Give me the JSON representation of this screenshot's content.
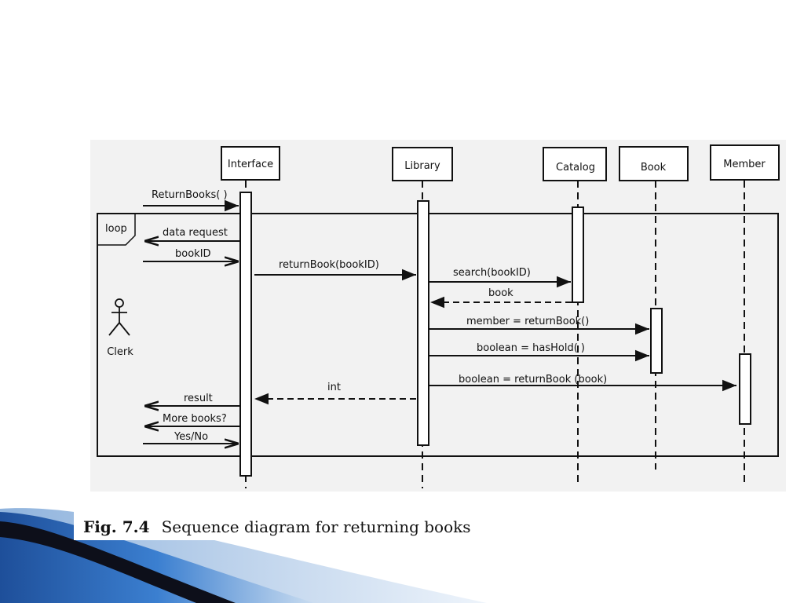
{
  "participants": [
    {
      "id": "interface",
      "label": "Interface"
    },
    {
      "id": "library",
      "label": "Library"
    },
    {
      "id": "catalog",
      "label": "Catalog"
    },
    {
      "id": "book",
      "label": "Book"
    },
    {
      "id": "member",
      "label": "Member"
    }
  ],
  "actor": {
    "label": "Clerk"
  },
  "fragment": {
    "operator": "loop"
  },
  "messages": {
    "return_books": "ReturnBooks( )",
    "data_request": "data request",
    "book_id": "bookID",
    "return_book": "returnBook(bookID)",
    "search": "search(bookID)",
    "book": "book",
    "member_return": "member = returnBook()",
    "has_hold": "boolean = hasHold( )",
    "member_return_book": "boolean = returnBook (book)",
    "int": "int",
    "result": "result",
    "more_books": "More books?",
    "yes_no": "Yes/No"
  },
  "caption": {
    "figure_number": "Fig. 7.4",
    "text": "Sequence diagram for returning books"
  },
  "colors": {
    "diagram_background": "#f2f2f2",
    "ink": "#111111",
    "swoosh_dark": "#0d0f1a",
    "swoosh_blue": "#2b6cc4",
    "swoosh_light": "#a8c4e4"
  }
}
